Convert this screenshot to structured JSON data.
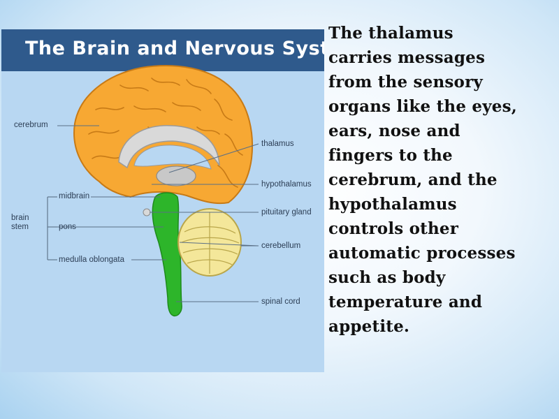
{
  "diagram": {
    "title": "The Brain and Nervous System",
    "labels": {
      "cerebrum": "cerebrum",
      "thalamus": "thalamus",
      "hypothalamus": "hypothalamus",
      "midbrain": "midbrain",
      "brain_stem": "brain\nstem",
      "pituitary_gland": "pituitary gland",
      "pons": "pons",
      "cerebellum": "cerebellum",
      "medulla_oblongata": "medulla oblongata",
      "spinal_cord": "spinal cord"
    },
    "colors": {
      "banner": "#2f5a8c",
      "background": "#b8d7f2",
      "cerebrum": "#f7a833",
      "cerebellum": "#f4e79a",
      "brain_stem": "#2db52a",
      "thalamus": "#c8c8c8"
    }
  },
  "description": "The thalamus\ncarries messages\nfrom the sensory\norgans like the eyes,\nears, nose and\nfingers to the\ncerebrum, and the\nhypothalamus\ncontrols other\nautomatic processes\nsuch as body\ntemperature and\nappetite."
}
